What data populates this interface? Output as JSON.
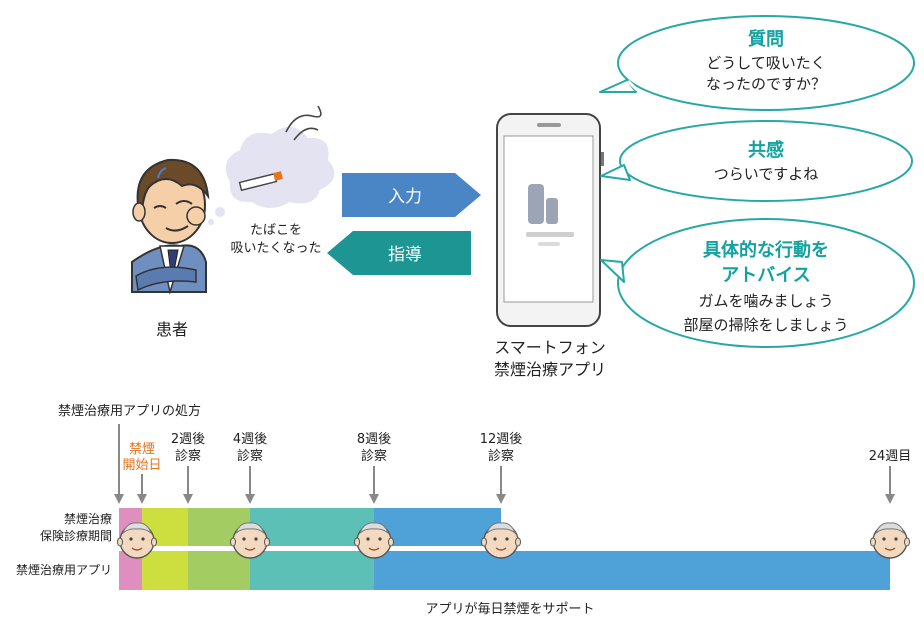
{
  "colors": {
    "teal": "#12a2a0",
    "bubble_border": "#27a8a5",
    "input_arrow": "#4a86c6",
    "guide_arrow": "#1d9592",
    "orange": "#e8731c",
    "pink": "#de8fc0",
    "yellow_green": "#cddf3f",
    "light_green": "#a3cd63",
    "teal_band": "#5cc0b7",
    "blue_band": "#4ea2d8"
  },
  "flow": {
    "patient_label": "患者",
    "thought_text": [
      "たばこを",
      "吸いたくなった"
    ],
    "input_label": "入力",
    "guidance_label": "指導",
    "phone_label": [
      "スマートフォン",
      "禁煙治療アプリ"
    ]
  },
  "bubbles": [
    {
      "title": [
        "質問"
      ],
      "body": [
        "どうして吸いたく",
        "なったのですか？"
      ]
    },
    {
      "title": [
        "共感"
      ],
      "body": [
        "つらいですよね"
      ]
    },
    {
      "title": [
        "具体的な行動を",
        "アトバイス"
      ],
      "body": [
        "ガムを噛みましょう",
        "部屋の掃除をしましょう"
      ]
    }
  ],
  "timeline": {
    "prescription_label": "禁煙治療用アプリの処方",
    "start_label": [
      "禁煙",
      "開始日"
    ],
    "checkups": [
      {
        "label": [
          "2週後",
          "診察"
        ]
      },
      {
        "label": [
          "4週後",
          "診察"
        ]
      },
      {
        "label": [
          "8週後",
          "診察"
        ]
      },
      {
        "label": [
          "12週後",
          "診察"
        ]
      },
      {
        "label": [
          "24週目"
        ]
      }
    ],
    "row_labels": {
      "insurance": [
        "禁煙治療",
        "保険診療期間"
      ],
      "app": "禁煙治療用アプリ"
    },
    "footer": "アプリが毎日禁煙をサポート"
  }
}
